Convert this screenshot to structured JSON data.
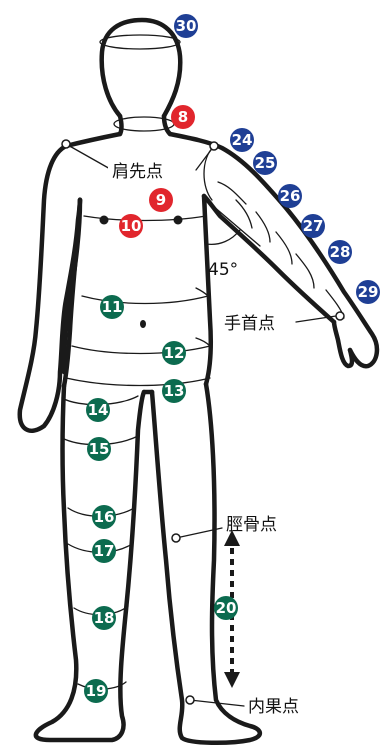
{
  "colors": {
    "blue": "#1f3f95",
    "red": "#e1262d",
    "green": "#0c6b4f",
    "outline": "#1a1a1a"
  },
  "labels": {
    "shoulder_point": "肩先点",
    "wrist_point": "手首点",
    "tibia_point": "脛骨点",
    "inner_ankle_point": "内果点",
    "angle": "45°"
  },
  "markers": [
    {
      "id": "m30",
      "num": "30",
      "color": "blue"
    },
    {
      "id": "m8",
      "num": "8",
      "color": "red"
    },
    {
      "id": "m24",
      "num": "24",
      "color": "blue"
    },
    {
      "id": "m25",
      "num": "25",
      "color": "blue"
    },
    {
      "id": "m26",
      "num": "26",
      "color": "blue"
    },
    {
      "id": "m27",
      "num": "27",
      "color": "blue"
    },
    {
      "id": "m28",
      "num": "28",
      "color": "blue"
    },
    {
      "id": "m29",
      "num": "29",
      "color": "blue"
    },
    {
      "id": "m9",
      "num": "9",
      "color": "red"
    },
    {
      "id": "m10",
      "num": "10",
      "color": "red"
    },
    {
      "id": "m11",
      "num": "11",
      "color": "green"
    },
    {
      "id": "m12",
      "num": "12",
      "color": "green"
    },
    {
      "id": "m13",
      "num": "13",
      "color": "green"
    },
    {
      "id": "m14",
      "num": "14",
      "color": "green"
    },
    {
      "id": "m15",
      "num": "15",
      "color": "green"
    },
    {
      "id": "m16",
      "num": "16",
      "color": "green"
    },
    {
      "id": "m17",
      "num": "17",
      "color": "green"
    },
    {
      "id": "m18",
      "num": "18",
      "color": "green"
    },
    {
      "id": "m19",
      "num": "19",
      "color": "green"
    },
    {
      "id": "m20",
      "num": "20",
      "color": "green"
    }
  ]
}
